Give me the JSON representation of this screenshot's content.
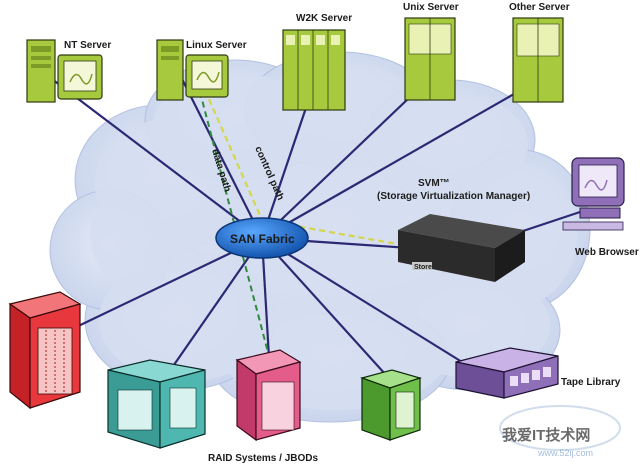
{
  "labels": {
    "nt_server": "NT Server",
    "linux_server": "Linux Server",
    "w2k_server": "W2K Server",
    "unix_server": "Unix Server",
    "other_server": "Other Server",
    "svm_title": "SVM™",
    "svm_subtitle": "(Storage Virtualization Manager)",
    "web_browser": "Web Browser",
    "san_fabric": "SAN Fabric",
    "data_path": "data path",
    "control_path": "control path",
    "tape_library": "Tape Library",
    "raid_systems": "RAID Systems / JBODs",
    "device_badge": "Store",
    "watermark_text": "我爱IT技术网",
    "watermark_url": "www.52ij.com"
  },
  "colors": {
    "cloud": "#d2dcef",
    "cloud_shade": "#b8c6e4",
    "link": "#2c2873",
    "data_path": "#2f8a3e",
    "control_path": "#d4d64a",
    "fabric": "#1a5fb4",
    "server_green": "#a7c93e",
    "raid_red": "#e8383d",
    "raid_teal": "#4eb8b0",
    "raid_pink": "#e35c8a",
    "raid_green": "#6fbf4a",
    "tape_purple": "#8e6fb8",
    "svm_dark": "#2b2b2b"
  }
}
